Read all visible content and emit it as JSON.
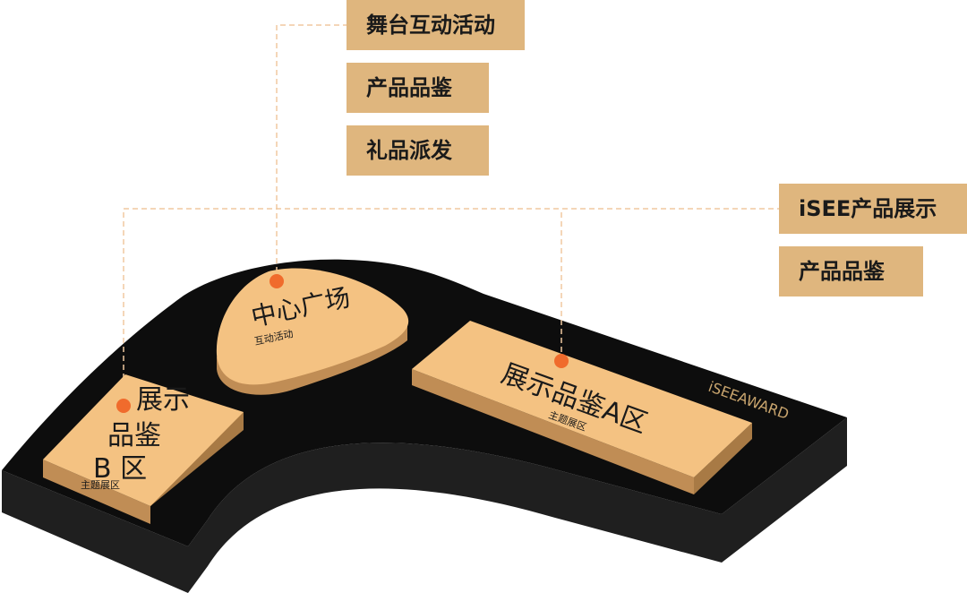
{
  "labels": {
    "stage_activity": "舞台互动活动",
    "product_tasting_1": "产品品鉴",
    "gift_distribution": "礼品派发",
    "isee_showcase": "iSEE产品展示",
    "product_tasting_2": "产品品鉴"
  },
  "zones": {
    "center": {
      "title": "中心广场",
      "subtitle": "互动活动"
    },
    "zone_a": {
      "title": "展示品鉴A区",
      "subtitle": "主题展区"
    },
    "zone_b": {
      "title_line1": "展示",
      "title_line2": "品鉴",
      "title_line3": "B 区",
      "subtitle": "主题展区"
    }
  },
  "brand": "iSEEAWARD",
  "colors": {
    "platform": "#0d0d0d",
    "platform_side": "#1e1e1e",
    "booth_top": "#f4c282",
    "booth_side": "#c08d55",
    "tag_bg": "#dfb67e",
    "marker": "#f06b2c",
    "leader_line": "#f0c9a0"
  }
}
